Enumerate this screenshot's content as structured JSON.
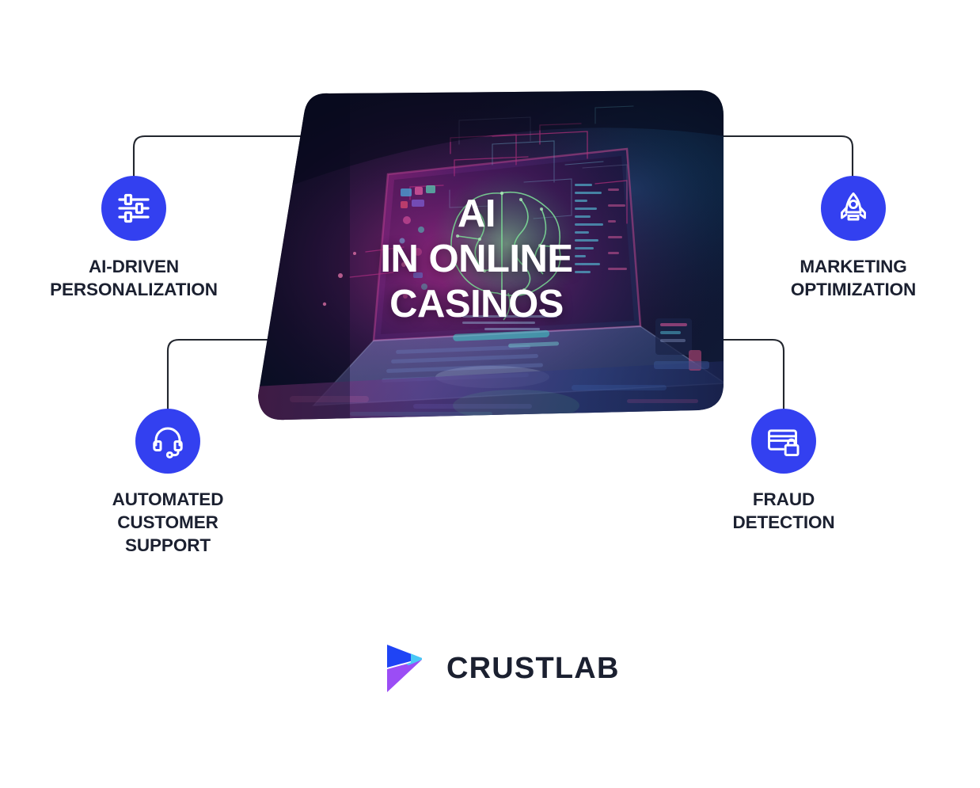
{
  "page": {
    "background": "#ffffff",
    "accent_blue": "#3340F0",
    "text_dark": "#1b2030",
    "connector_color": "#22262e"
  },
  "hero": {
    "title_lines": [
      "AI",
      "IN ONLINE",
      "CASINOS"
    ],
    "title_color": "#ffffff",
    "image_alt": "laptop displaying glowing AI brain circuit visualization",
    "image_name": "ai-laptop-hero-image"
  },
  "nodes": [
    {
      "id": "ai-driven-personalization",
      "icon": "sliders-icon",
      "label": "AI-DRIVEN\nPERSONALIZATION",
      "position": "top-left"
    },
    {
      "id": "marketing-optimization",
      "icon": "rocket-icon",
      "label": "MARKETING\nOPTIMIZATION",
      "position": "top-right"
    },
    {
      "id": "automated-customer-support",
      "icon": "headset-icon",
      "label": "AUTOMATED\nCUSTOMER\nSUPPORT",
      "position": "bottom-left"
    },
    {
      "id": "fraud-detection",
      "icon": "credit-card-lock-icon",
      "label": "FRAUD\nDETECTION",
      "position": "bottom-right"
    }
  ],
  "footer": {
    "logo_mark": "crustlab-chevron-logo",
    "wordmark": "CRUSTLAB",
    "logo_colors": {
      "top_triangle": "#1F44F5",
      "bottom_triangle": "#9B4DF5",
      "overlap": "#49C8F5"
    }
  }
}
